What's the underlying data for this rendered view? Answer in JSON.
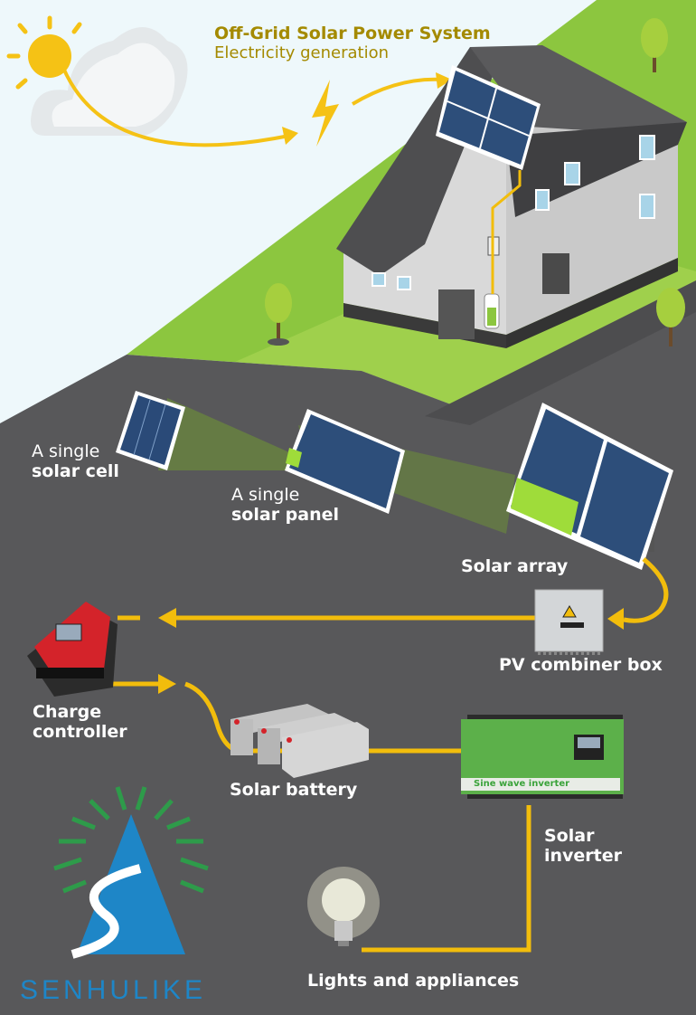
{
  "header": {
    "title": "Off-Grid Solar Power System",
    "subtitle": "Electricity generation"
  },
  "labels": {
    "solar_cell": {
      "line1": "A single",
      "line2": "solar cell"
    },
    "solar_panel": {
      "line1": "A single",
      "line2": "solar panel"
    },
    "solar_array": "Solar array",
    "combiner_box": "PV combiner box",
    "charge_controller": {
      "line1": "Charge",
      "line2": "controller"
    },
    "solar_battery": "Solar battery",
    "solar_inverter": {
      "line1": "Solar",
      "line2": "inverter"
    },
    "lights": "Lights and appliances"
  },
  "inverter_device_label": "Sine wave inverter",
  "brand": "SENHULIKE",
  "colors": {
    "sky": "#eef8fb",
    "grass": "#8cc63f",
    "road": "#58585a",
    "wire": "#f2bd0c",
    "title": "#a48a00",
    "brand_blue": "#1e86c7",
    "brand_green": "#2e9b4a"
  }
}
